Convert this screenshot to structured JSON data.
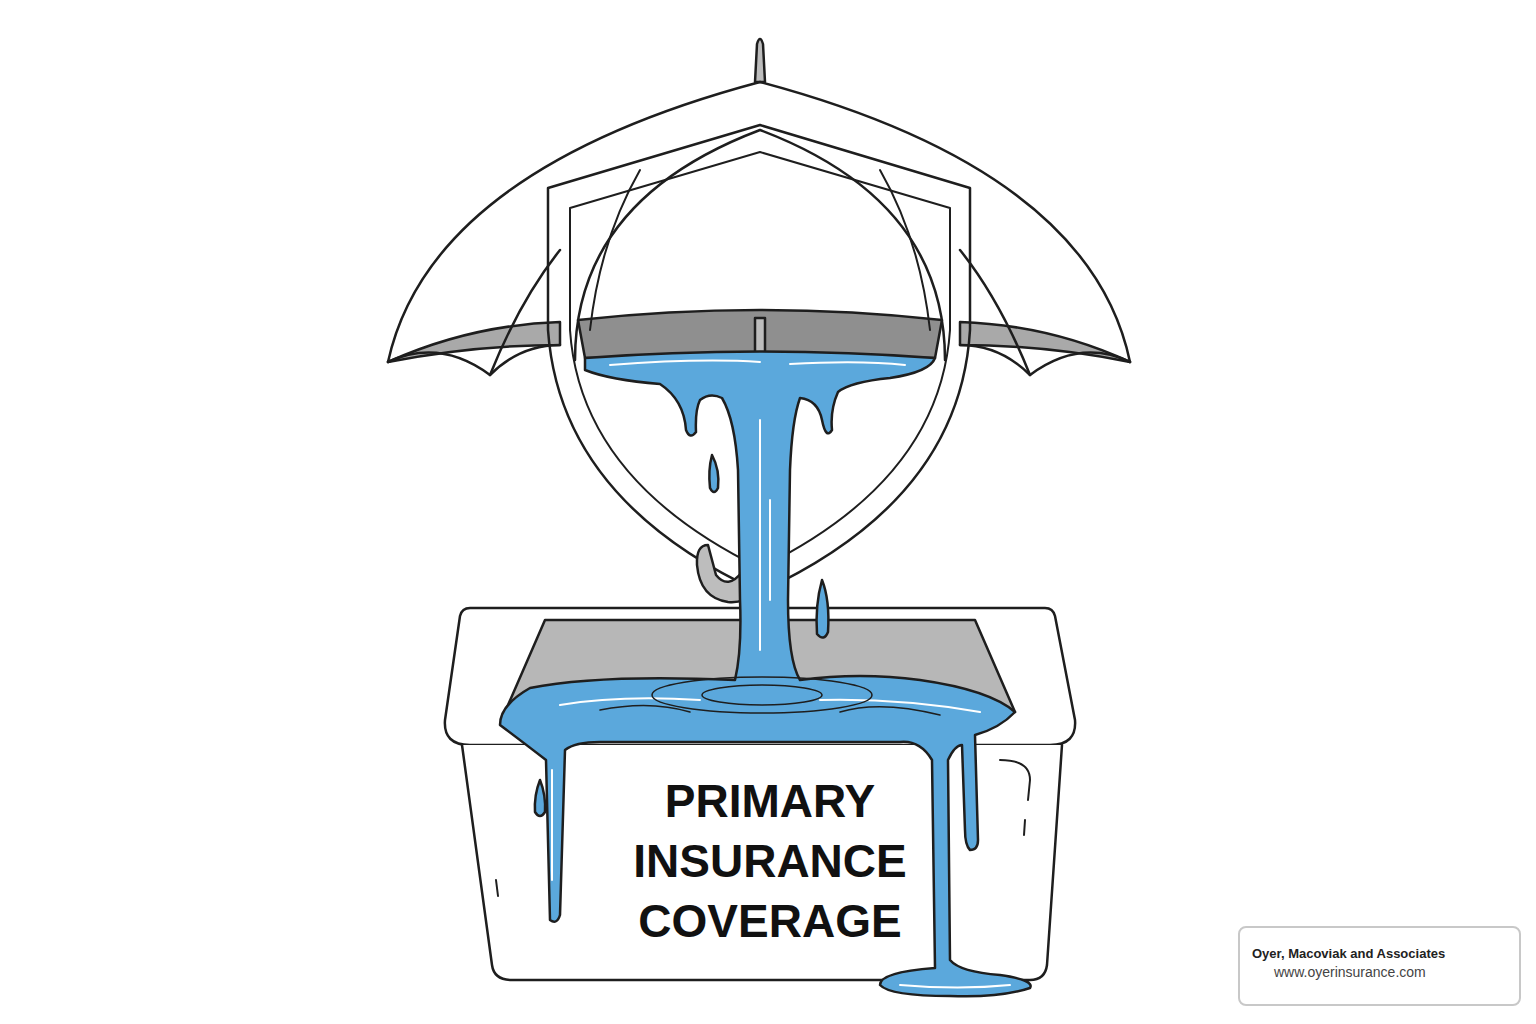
{
  "diagram": {
    "nodes": [
      {
        "text": [
          "PRIMARY INSURANCE COVERAGE"
        ]
      },
      {
        "text": [
          "Oyer, Macoviak and Associates",
          "www.oyerinsurance.com"
        ]
      }
    ]
  }
}
